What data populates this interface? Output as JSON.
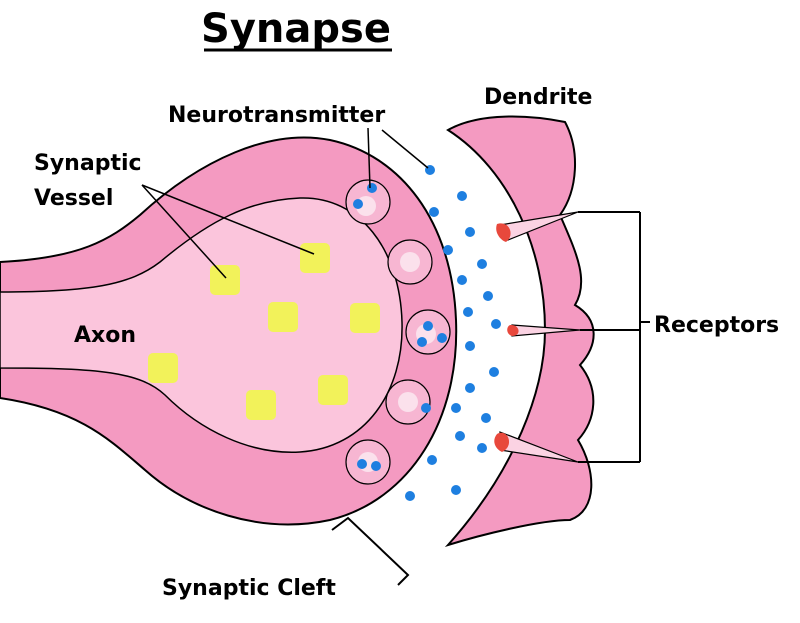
{
  "title": "Synapse",
  "labels": {
    "neurotransmitter": "Neurotransmitter",
    "dendrite": "Dendrite",
    "synaptic_vessel_line1": "Synaptic",
    "synaptic_vessel_line2": "Vessel",
    "axon": "Axon",
    "receptors": "Receptors",
    "synaptic_cleft": "Synaptic Cleft"
  },
  "colors": {
    "membrane_outer": "#f49ac1",
    "axon_inner": "#fbc5dc",
    "dendrite": "#f49ac1",
    "vesicle_core": "#fbd6e6",
    "neurotransmitter": "#1e7fe0",
    "receptor_tip": "#e8483c",
    "synaptic_vessel": "#f2f25a",
    "outline": "#000000"
  }
}
